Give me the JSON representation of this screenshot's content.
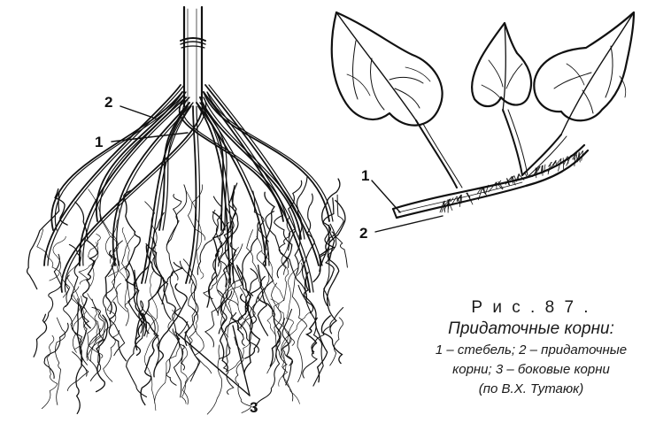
{
  "figure": {
    "number": "Р и с .  8 7 .",
    "title": "Придаточные корни:",
    "legend_lines": [
      "1 – стебель; 2 – придаточные",
      "корни; 3 – боковые корни",
      "(по В.Х. Тутаюк)"
    ]
  },
  "left_drawing": {
    "callouts": [
      "2",
      "1",
      "3"
    ]
  },
  "right_drawing": {
    "callouts": [
      "1",
      "2"
    ]
  },
  "colors": {
    "ink": "#111111",
    "paper": "#ffffff"
  }
}
